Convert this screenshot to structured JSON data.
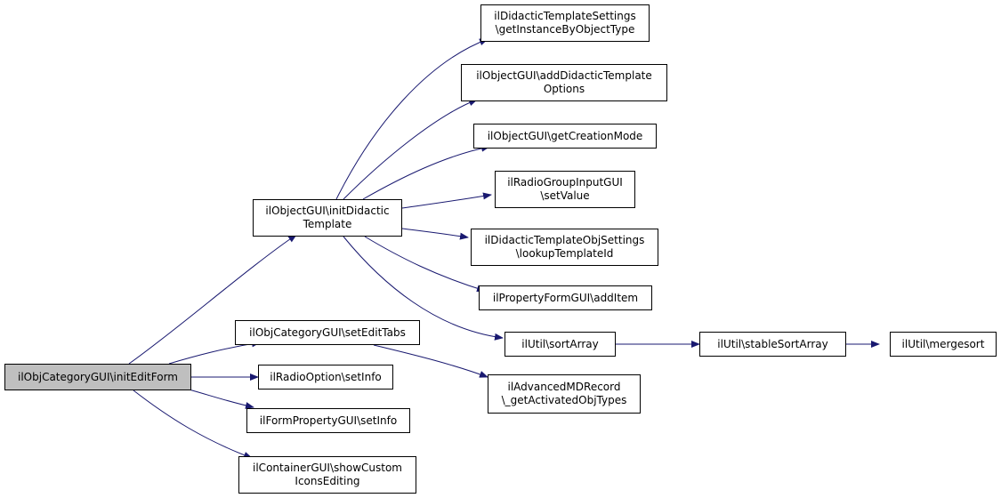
{
  "colors": {
    "edge": "#191970",
    "root_fill": "#bfbfbf",
    "node_fill": "#ffffff",
    "border": "#000000"
  },
  "nodes": {
    "root": [
      "ilObjCategoryGUI\\initEditForm"
    ],
    "initDidactic": [
      "ilObjectGUI\\initDidactic",
      "Template"
    ],
    "setEditTabs": [
      "ilObjCategoryGUI\\setEditTabs"
    ],
    "setInfoRadio": [
      "ilRadioOption\\setInfo"
    ],
    "setInfoForm": [
      "ilFormPropertyGUI\\setInfo"
    ],
    "showCustom": [
      "ilContainerGUI\\showCustom",
      "IconsEditing"
    ],
    "getInstance": [
      "ilDidacticTemplateSettings",
      "\\getInstanceByObjectType"
    ],
    "addDidactic": [
      "ilObjectGUI\\addDidacticTemplate",
      "Options"
    ],
    "getCreationMode": [
      "ilObjectGUI\\getCreationMode"
    ],
    "setValue": [
      "ilRadioGroupInputGUI",
      "\\setValue"
    ],
    "lookupTemplate": [
      "ilDidacticTemplateObjSettings",
      "\\lookupTemplateId"
    ],
    "addItem": [
      "ilPropertyFormGUI\\addItem"
    ],
    "sortArray": [
      "ilUtil\\sortArray"
    ],
    "getActivated": [
      "ilAdvancedMDRecord",
      "\\_getActivatedObjTypes"
    ],
    "stableSort": [
      "ilUtil\\stableSortArray"
    ],
    "mergesort": [
      "ilUtil\\mergesort"
    ]
  }
}
